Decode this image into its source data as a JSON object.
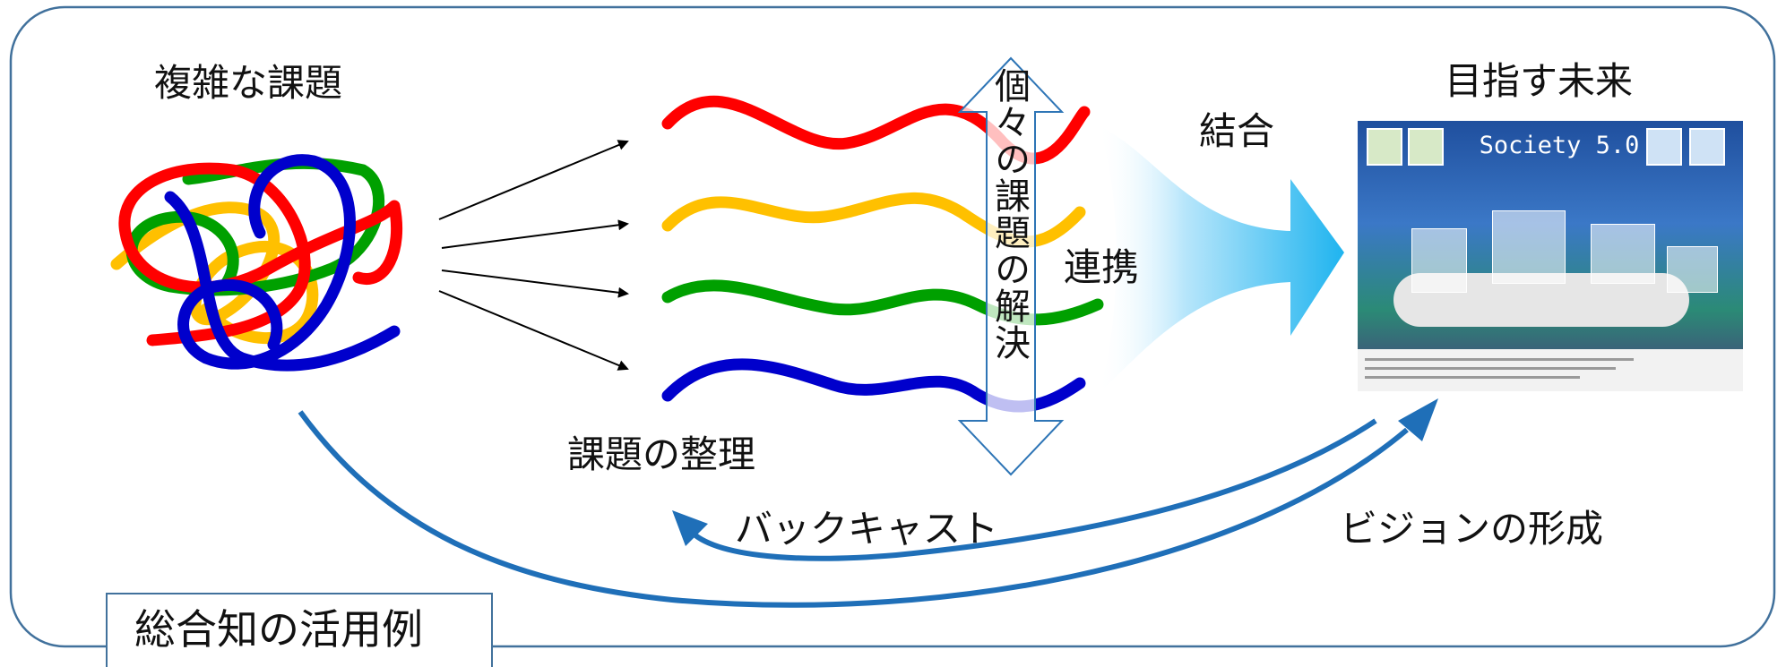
{
  "labels": {
    "complex_issues": "複雑な課題",
    "organizing_issues": "課題の整理",
    "individual_solution": "個々の課題の解決",
    "collaboration": "連携",
    "combination": "結合",
    "target_future": "目指す未来",
    "backcast": "バックキャスト",
    "vision_forming": "ビジョンの形成",
    "caption": "総合知の活用例"
  },
  "poster": {
    "title": "Society 5.0"
  },
  "colors": {
    "frame": "#41719c",
    "red": "#ff0000",
    "yellow": "#ffc000",
    "green": "#00a000",
    "blue": "#0000cc",
    "curve_arrow": "#1f6fb8",
    "big_arrow": "#1fb4ef"
  }
}
